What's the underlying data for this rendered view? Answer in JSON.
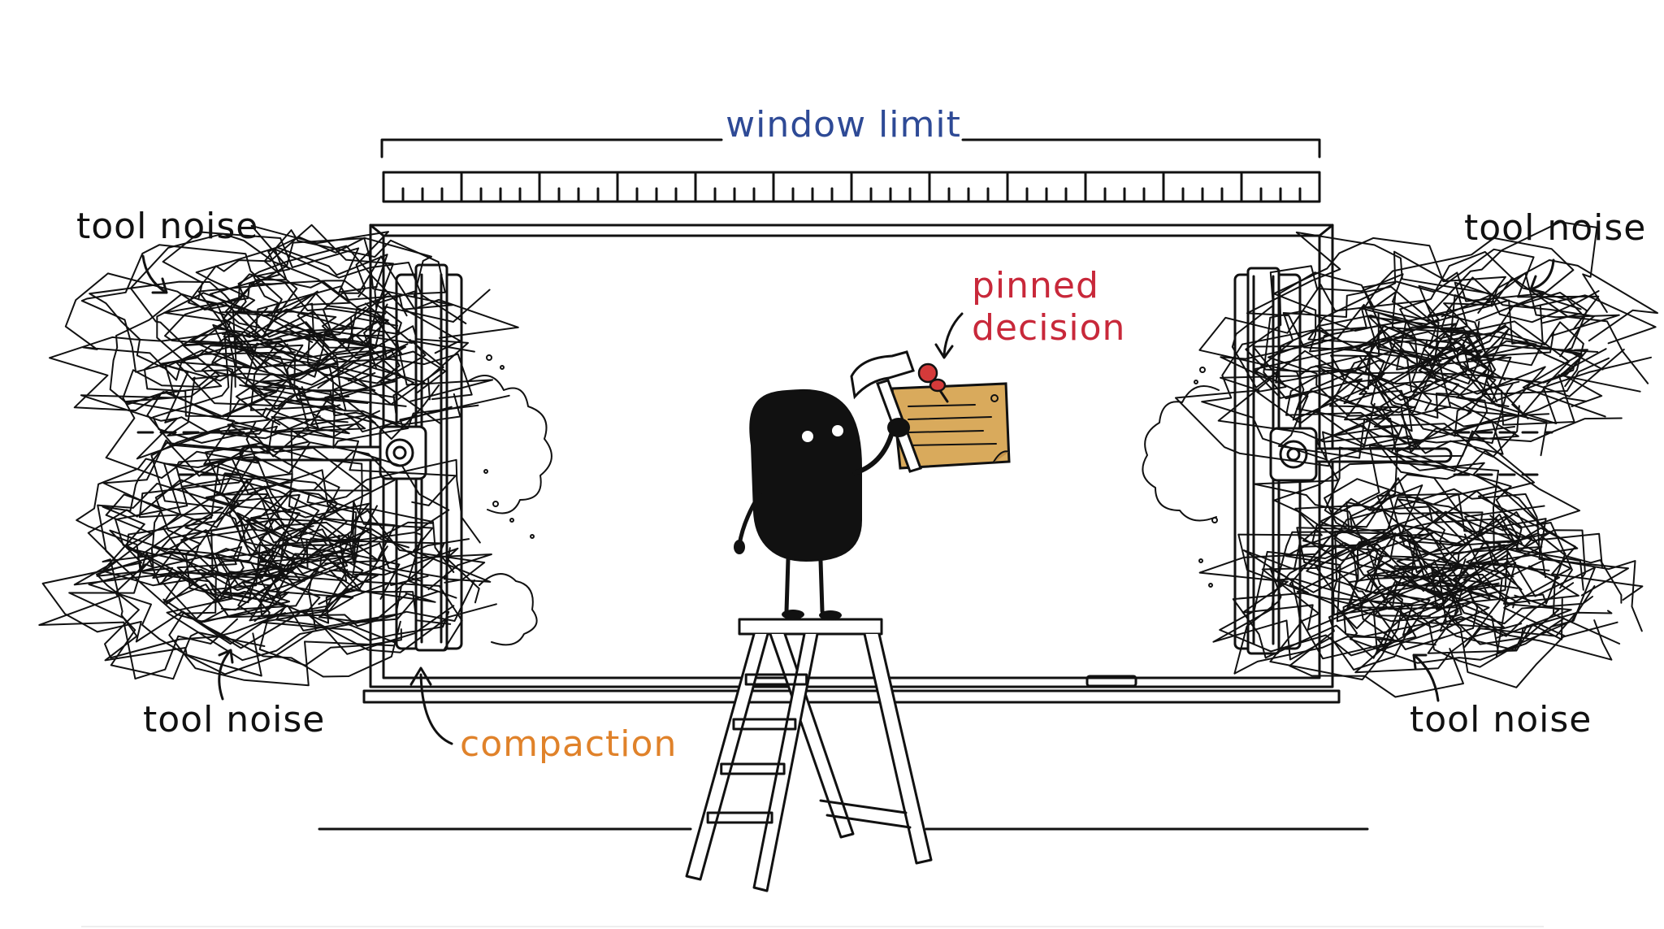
{
  "labels": {
    "window_limit": "window limit",
    "tool_noise_top_left": "tool noise",
    "tool_noise_top_right": "tool noise",
    "tool_noise_bottom_left": "tool noise",
    "tool_noise_bottom_right": "tool noise",
    "pinned_decision_line1": "pinned",
    "pinned_decision_line2": "decision",
    "compaction": "compaction"
  },
  "colors": {
    "window_limit": "#2e4a96",
    "pinned_decision": "#c8283a",
    "compaction": "#e0822a",
    "note": "#d9aa5c",
    "ink": "#111111"
  }
}
